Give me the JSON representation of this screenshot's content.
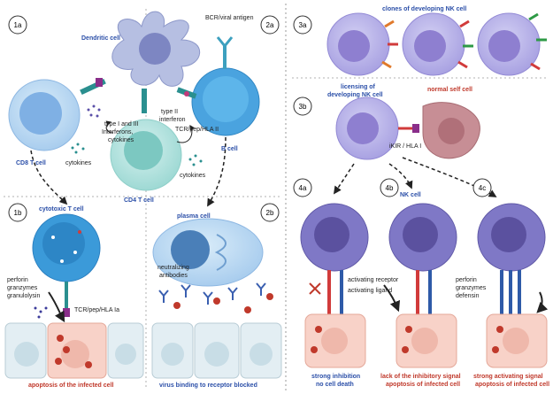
{
  "panels": {
    "p1a": "1a",
    "p1b": "1b",
    "p2a": "2a",
    "p2b": "2b",
    "p3a": "3a",
    "p3b": "3b",
    "p4a": "4a",
    "p4b": "4b",
    "p4c": "4c"
  },
  "labels": {
    "dendritic_cell": "Dendritic cell",
    "bcr_viral_antigen": "BCR/viral antigen",
    "cd8_t_cell": "CD8 T cell",
    "type_1_3_line1": "type I and III",
    "type_1_3_line2": "Interferons,",
    "type_1_3_line3": "cytokines",
    "type_2_line1": "type II",
    "type_2_line2": "interferon",
    "b_cell": "B cell",
    "tcr_pep_hla2": "TCR/pep/HLA II",
    "cytokines_left": "cytokines",
    "cytokines_right": "cytokines",
    "cd4_t_cell": "CD4 T cell",
    "cytotoxic_t_cell": "cytotoxic T cell",
    "plasma_cell": "plasma cell",
    "perforin_line1": "perforin",
    "perforin_line2": "granzymes",
    "perforin_line3": "granulolysin",
    "tcr_pep_hla1a": "TCR/pep/HLA Ia",
    "neutralizing_line1": "neutralizing",
    "neutralizing_line2": "antibodies",
    "apoptosis_infected": "apoptosis of the infected cell",
    "virus_binding_blocked": "virus binding to receptor blocked",
    "clones_nk": "clones of developing NK cell",
    "licensing_line1": "licensing of",
    "licensing_line2": "developing NK cell",
    "normal_self_cell": "normal self cell",
    "ikir_hla1": "iKIR / HLA I",
    "nk_cell": "NK cell",
    "activating_receptor": "activating receptor",
    "activating_ligand": "activating ligand",
    "perforin_nk_line1": "perforin",
    "perforin_nk_line2": "granzymes",
    "perforin_nk_line3": "defensin",
    "strong_inhibition_line1": "strong inhibition",
    "strong_inhibition_line2": "no cell death",
    "lack_inhibitory_line1": "lack of the inhibitory signal",
    "lack_inhibitory_line2": "apoptosis of  infected cell",
    "strong_activating_line1": "strong activating signal",
    "strong_activating_line2": "apoptosis of  infected cell"
  },
  "colors": {
    "blue_label": "#2b4fa8",
    "red_label": "#c0392b",
    "nk_cell": "#b8b3ea",
    "nk_nucleus": "#8e7fd0",
    "self_cell": "#c78e95",
    "target_cell": "#f8d2c8"
  }
}
